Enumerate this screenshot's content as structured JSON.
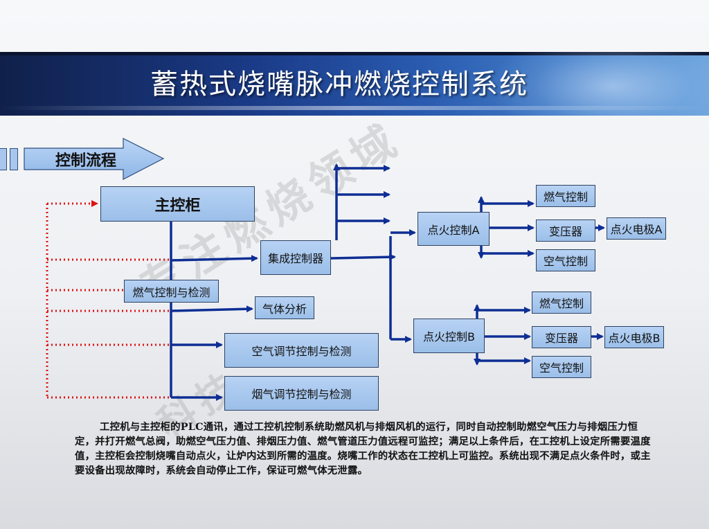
{
  "title": "蓄热式烧嘴脉冲燃烧控制系统",
  "flow_label": "控制流程",
  "watermark": {
    "line1": "专注燃烧领域",
    "line2": "科技"
  },
  "nodes": {
    "main_cabinet": "主控柜",
    "integrated_controller": "集成控制器",
    "gas_control_detect": "燃气控制与检测",
    "gas_analysis": "气体分析",
    "air_regulation": "空气调节控制与检测",
    "flue_regulation": "烟气调节控制与检测",
    "ignition_a": "点火控制A",
    "gas_control_a": "燃气控制",
    "transformer_a": "变压器",
    "electrode_a": "点火电极A",
    "air_control_a": "空气控制",
    "ignition_b": "点火控制B",
    "gas_control_b": "燃气控制",
    "transformer_b": "变压器",
    "electrode_b": "点火电极B",
    "air_control_b": "空气控制"
  },
  "colors": {
    "arrow": "#0e2e94",
    "feedback": "#e01010",
    "box_fill": "#a9c8ef"
  },
  "description": "工控机与主控柜的PLC通讯，通过工控机控制系统助燃风机与排烟风机的运行，同时自动控制助燃空气压力与排烟压力恒定，并打开燃气总阀，助燃空气压力值、排烟压力值、燃气管道压力值远程可监控；满足以上条件后，在工控机上设定所需要温度值，主控柜会控制烧嘴自动点火，让炉内达到所需的温度。烧嘴工作的状态在工控机上可监控。系统出现不满足点火条件时，或主要设备出现故障时，系统会自动停止工作，保证可燃气体无泄露。"
}
